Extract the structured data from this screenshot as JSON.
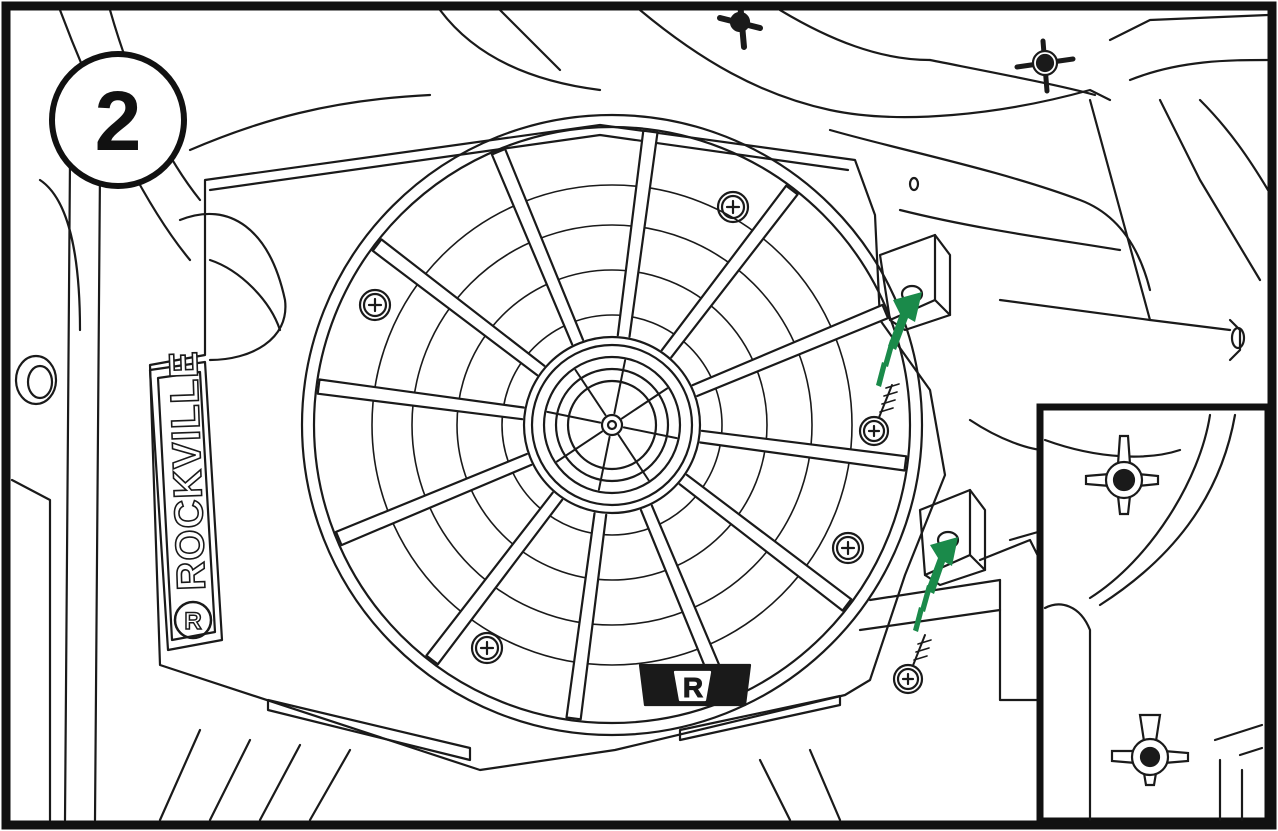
{
  "step": {
    "number": "2"
  },
  "brand": {
    "name": "ROCKVILLE",
    "logo_letter": "R"
  },
  "colors": {
    "line": "#1a1a1a",
    "paper": "#ffffff",
    "arrow": "#1a8a4a",
    "frame": "#111111"
  },
  "icons": {
    "step_badge": "circle-number",
    "arrows": "up-arrow-icon",
    "screws": "screw-icon",
    "clips": "push-clip-icon"
  }
}
